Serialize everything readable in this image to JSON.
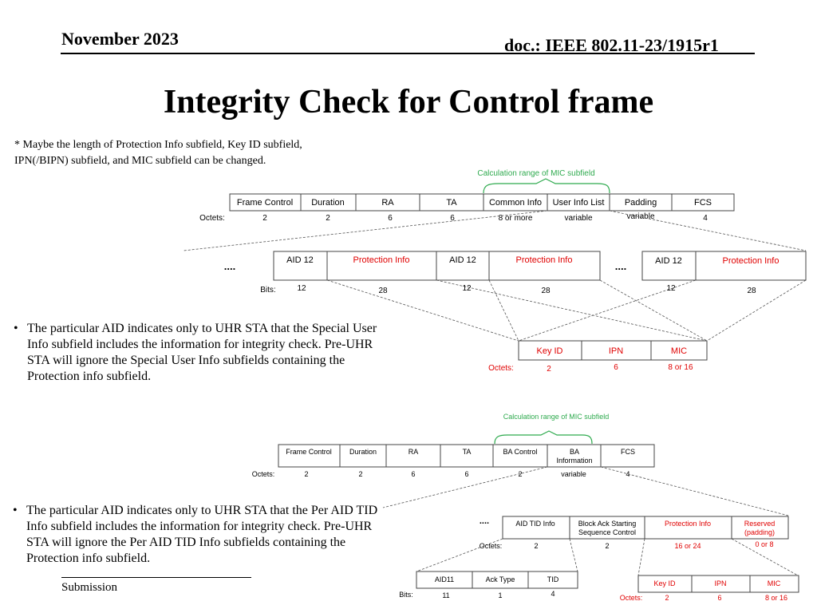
{
  "header": {
    "date": "November 2023",
    "doc": "doc.: IEEE 802.11-23/1915r1"
  },
  "title": "Integrity Check for Control frame",
  "note": {
    "line1": "* Maybe the length of Protection Info subfield, Key ID subfield,",
    "line2": "IPN(/BIPN) subfield, and MIC subfield can be changed."
  },
  "bullets": [
    {
      "lines": [
        "The particular AID indicates only to UHR STA that the Special User",
        "Info subfield includes the information for integrity check. Pre-UHR",
        "STA will ignore the Special User Info subfields containing the",
        "Protection info subfield."
      ]
    },
    {
      "lines": [
        "The particular AID indicates only to UHR STA that the Per AID TID",
        "Info subfield includes the information for integrity check. Pre-UHR",
        "STA will ignore the Per AID TID Info subfields containing the",
        "Protection info subfield."
      ]
    }
  ],
  "footer": {
    "label": "Submission"
  },
  "colors": {
    "red": "#e00000",
    "green": "#2eaa4e",
    "ellipse_line": "#000000"
  },
  "diagram1": {
    "range_label": "Calculation range of MIC subfield",
    "octets_label": "Octets:",
    "fields": [
      "Frame Control",
      "Duration",
      "RA",
      "TA",
      "Common Info",
      "User Info List",
      "Padding",
      "FCS"
    ],
    "octets": [
      "2",
      "2",
      "6",
      "6",
      "8 or more",
      "variable",
      "variable",
      "4"
    ],
    "bits_label": "Bits:",
    "ellipsis": "....",
    "user_fields": [
      "AID 12",
      "Protection Info",
      "AID 12",
      "Protection Info",
      "AID 12",
      "Protection Info"
    ],
    "user_bits": [
      "12",
      "28",
      "12",
      "28",
      "12",
      "28"
    ],
    "prot_fields": [
      "Key ID",
      "IPN",
      "MIC"
    ],
    "prot_octets_label": "Octets:",
    "prot_octets": [
      "2",
      "6",
      "8 or 16"
    ]
  },
  "diagram2": {
    "range_label": "Calculation range of MIC subfield",
    "octets_label": "Octets:",
    "fields": [
      "Frame Control",
      "Duration",
      "RA",
      "TA",
      "BA Control",
      "BA",
      "Information",
      "FCS"
    ],
    "octets": [
      "2",
      "2",
      "6",
      "6",
      "2",
      "variable",
      "4"
    ],
    "ellipsis": "....",
    "tid_octets_label": "Octets:",
    "tid_fields": [
      "AID TID Info",
      "Block Ack Starting",
      "Sequence Control",
      "Protection Info",
      "Reserved",
      "(padding)"
    ],
    "tid_octets": [
      "2",
      "2",
      "16 or 24",
      "0 or 8"
    ],
    "aid_bits_label": "Bits:",
    "aid_fields": [
      "AID11",
      "Ack Type",
      "TID"
    ],
    "aid_bits": [
      "11",
      "1",
      "4"
    ],
    "prot_octets_label": "Octets:",
    "prot_fields": [
      "Key ID",
      "IPN",
      "MIC"
    ],
    "prot_octets": [
      "2",
      "6",
      "8 or 16"
    ]
  }
}
